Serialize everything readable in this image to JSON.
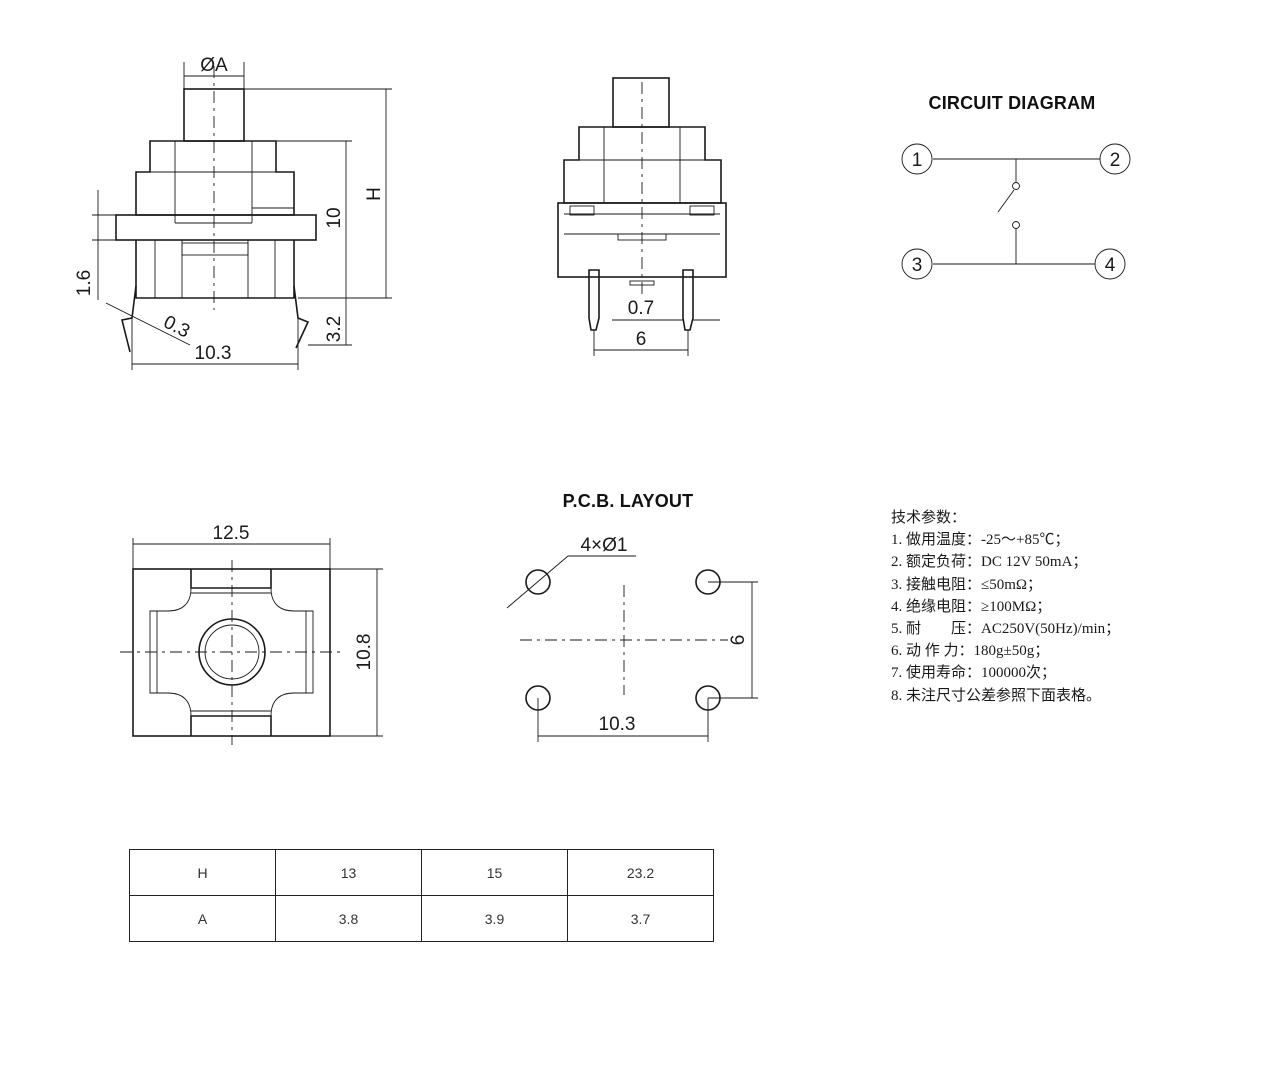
{
  "front_view": {
    "dim_diameter": "ØA",
    "dim_height": "H",
    "dim_body": "10",
    "dim_flange": "1.6",
    "dim_lead": "0.3",
    "dim_width": "10.3",
    "dim_pin": "3.2"
  },
  "side_view": {
    "dim_pin_width": "0.7",
    "dim_pitch": "6"
  },
  "circuit": {
    "title": "CIRCUIT DIAGRAM",
    "pins": [
      "1",
      "2",
      "3",
      "4"
    ]
  },
  "top_view": {
    "dim_width": "12.5",
    "dim_depth": "10.8"
  },
  "pcb": {
    "title": "P.C.B. LAYOUT",
    "dim_holes": "4×Ø1",
    "dim_vertical": "6",
    "dim_horizontal": "10.3"
  },
  "specs": {
    "heading": "技术参数：",
    "items": [
      "1. 做用温度：-25～+85℃；",
      "2. 额定负荷：DC 12V 50mA；",
      "3. 接触电阻：≤50mΩ；",
      "4. 绝缘电阻：≥100MΩ；",
      "5. 耐　　压：AC250V(50Hz)/min；",
      "6. 动 作 力：180g±50g；",
      "7. 使用寿命：100000次；",
      "8. 未注尺寸公差参照下面表格。"
    ]
  },
  "table": {
    "rows": [
      [
        "H",
        "13",
        "15",
        "23.2"
      ],
      [
        "A",
        "3.8",
        "3.9",
        "3.7"
      ]
    ]
  }
}
